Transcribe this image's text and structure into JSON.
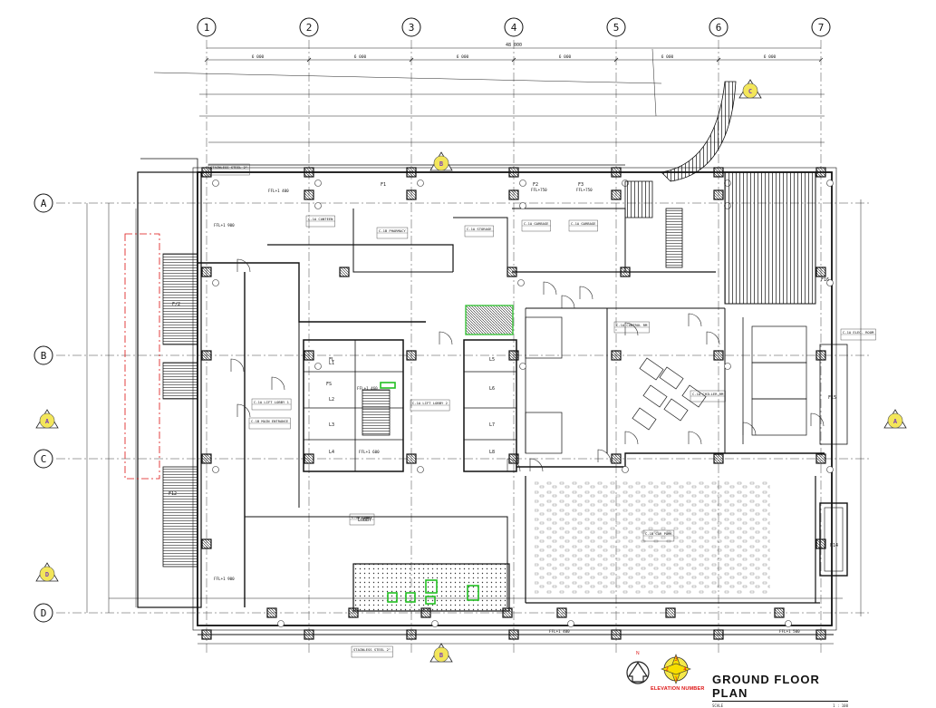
{
  "drawing": {
    "title": "GROUND FLOOR PLAN",
    "scale_label": "SCALE",
    "scale_value": "1 : 100",
    "elevation_label": "ELEVATION NUMBER",
    "north_label": "N"
  },
  "grid": {
    "columns": [
      "1",
      "2",
      "3",
      "4",
      "5",
      "6",
      "7"
    ],
    "rows": [
      "A",
      "B",
      "C",
      "D"
    ]
  },
  "overall_dimension": "48 000",
  "bay_dimensions": [
    "6 000",
    "6 000",
    "6 000",
    "6 000",
    "6 000",
    "6 000"
  ],
  "section_markers": [
    {
      "id": "top-b",
      "letter": "B"
    },
    {
      "id": "top-c",
      "letter": "C"
    },
    {
      "id": "left-a",
      "letter": "A"
    },
    {
      "id": "right-a",
      "letter": "A"
    },
    {
      "id": "left-d",
      "letter": "D"
    },
    {
      "id": "bottom-b",
      "letter": "B"
    }
  ],
  "room_labels": [
    {
      "id": "f1",
      "text": "F1"
    },
    {
      "id": "f2",
      "text": "F2"
    },
    {
      "id": "f3",
      "text": "F3"
    },
    {
      "id": "l1",
      "text": "L1"
    },
    {
      "id": "l2",
      "text": "L2"
    },
    {
      "id": "l3",
      "text": "L3"
    },
    {
      "id": "l4",
      "text": "L4"
    },
    {
      "id": "l5",
      "text": "L5"
    },
    {
      "id": "l6",
      "text": "L6"
    },
    {
      "id": "l7",
      "text": "L7"
    },
    {
      "id": "l8",
      "text": "L8"
    },
    {
      "id": "fl",
      "text": "FL"
    },
    {
      "id": "fs",
      "text": "FS"
    },
    {
      "id": "lobby",
      "text": "LOBBY"
    },
    {
      "id": "f12",
      "text": "F12"
    },
    {
      "id": "fs2",
      "text": "F/2"
    },
    {
      "id": "f14",
      "text": "F14"
    },
    {
      "id": "f15",
      "text": "F15"
    },
    {
      "id": "f16",
      "text": "F16"
    }
  ],
  "level_labels": [
    {
      "id": "ffl-900a",
      "text": "FFL+1 900"
    },
    {
      "id": "ffl-400",
      "text": "FFL+1 400"
    },
    {
      "id": "ffl-750",
      "text": "FFL+750"
    },
    {
      "id": "ffl-600",
      "text": "FFL+1 600"
    },
    {
      "id": "ffl-750b",
      "text": "FFL+750"
    },
    {
      "id": "ffl-900b",
      "text": "FFL+1 900"
    },
    {
      "id": "ffl-460",
      "text": "FFL+1 460"
    },
    {
      "id": "ffl-400b",
      "text": "FFL+1 400"
    },
    {
      "id": "ffl-500",
      "text": "FFL+1 500"
    }
  ],
  "notes": [
    {
      "id": "n-stainless-1",
      "text": "STAINLESS STEEL 2\""
    },
    {
      "id": "n-stainless-2",
      "text": "STAINLESS STEEL 2\""
    },
    {
      "id": "n-lobby",
      "text": "C-G8 LOBBY"
    },
    {
      "id": "n-car-park",
      "text": "C-1B CAR PARK"
    },
    {
      "id": "n-canteen",
      "text": "C-1A CANTEEN"
    },
    {
      "id": "n-pharmacy",
      "text": "C-1B PHARMACY"
    },
    {
      "id": "n-storage",
      "text": "C-1A STORAGE"
    },
    {
      "id": "n-garbage-1",
      "text": "C-1A GARBAGE"
    },
    {
      "id": "n-garbage-2",
      "text": "C-1A GARBAGE"
    },
    {
      "id": "n-lift-lobby-1",
      "text": "C-1A LIFT LOBBY 1"
    },
    {
      "id": "n-lift-lobby-2",
      "text": "C-1A LIFT LOBBY 2"
    },
    {
      "id": "n-chiller",
      "text": "C-1A CHILLER RM"
    },
    {
      "id": "n-control",
      "text": "C-1A CONTROL RM"
    },
    {
      "id": "n-elec",
      "text": "C-1A ELEC. ROOM"
    },
    {
      "id": "n-main-entrance",
      "text": "C-1B MAIN ENTRANCE"
    }
  ]
}
